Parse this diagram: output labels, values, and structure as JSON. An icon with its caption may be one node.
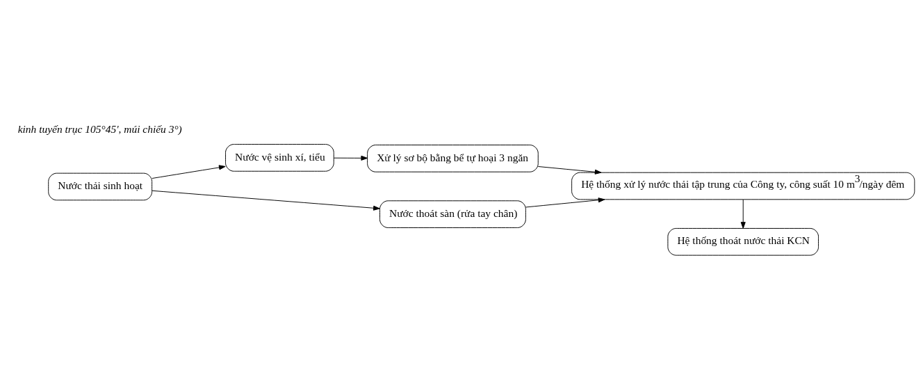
{
  "diagram": {
    "nodes": [
      {
        "text": [
          "Nước thải sinh hoạt"
        ]
      },
      {
        "text": [
          "Nước vệ sinh xí, tiểu"
        ]
      },
      {
        "text": [
          "Nước thoát sàn (rửa tay chân)"
        ]
      },
      {
        "text": [
          "Xử lý sơ bộ bằng bể tự hoại 3 ngăn"
        ]
      },
      {
        "text": [
          "Hệ thống xử lý nước thải tập trung của Công ty, công suất 10 m$^{3}$/ngày đêm"
        ]
      },
      {
        "text": [
          "Hệ thống thoát nước thải KCN"
        ]
      }
    ],
    "edges": [
      {
        "from": 0,
        "to": 1,
        "arrow": "to"
      },
      {
        "from": 0,
        "to": 2,
        "arrow": "to"
      },
      {
        "from": 1,
        "to": 3,
        "arrow": "to"
      },
      {
        "from": 3,
        "to": 4,
        "arrow": "to"
      },
      {
        "from": 2,
        "to": 4,
        "arrow": "to"
      },
      {
        "from": 4,
        "to": 5,
        "arrow": "to"
      }
    ],
    "labels": [
      "kinh tuyến trục 105°45', múi chiếu 3°)"
    ]
  }
}
